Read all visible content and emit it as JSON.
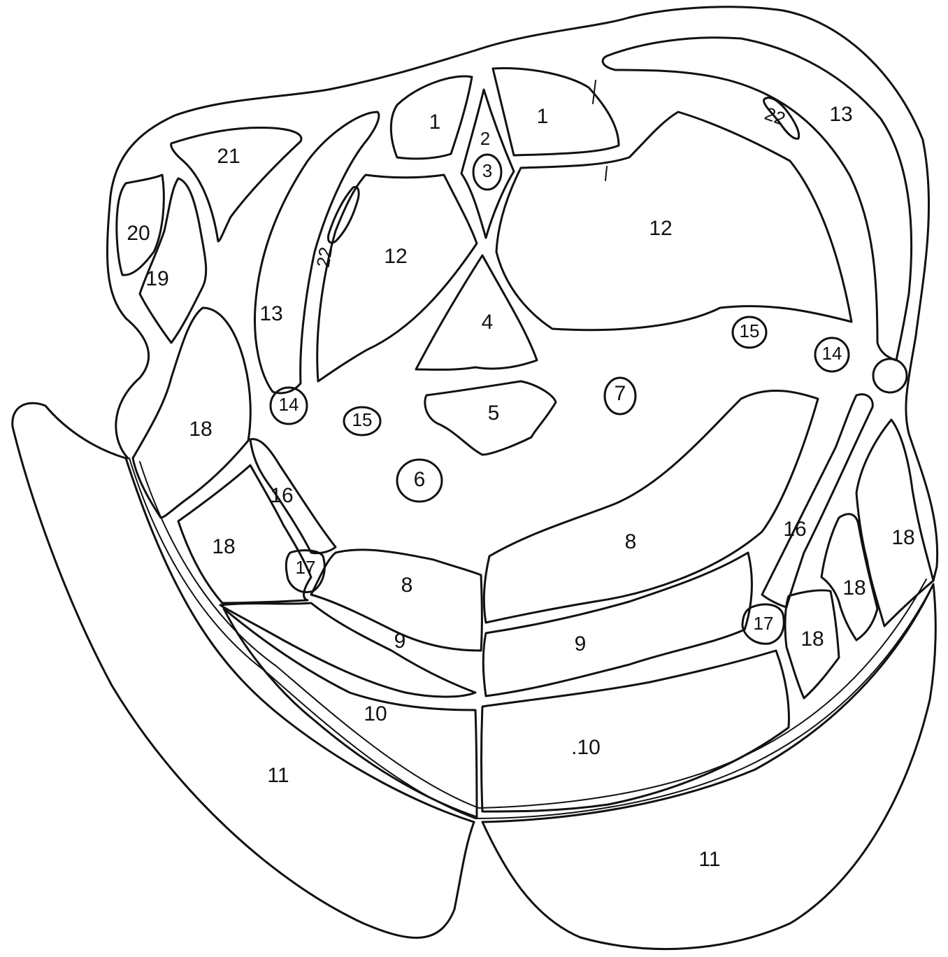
{
  "labels": {
    "l1a": "1",
    "l1b": "1",
    "l2": "2",
    "l3": "3",
    "l4": "4",
    "l5": "5",
    "l6": "6",
    "l7": "7",
    "l8a": "8",
    "l8b": "8",
    "l9a": "9",
    "l9b": "9",
    "l10a": "10",
    "l10b": ".10",
    "l11a": "11",
    "l11b": "11",
    "l12a": "12",
    "l12b": "12",
    "l13a": "13",
    "l13b": "13",
    "l14a": "14",
    "l14b": "14",
    "l15a": "15",
    "l15b": "15",
    "l16a": "16",
    "l16b": "16",
    "l17a": "17",
    "l17b": "17",
    "l18a": "18",
    "l18b": "18",
    "l18c": "18",
    "l18d": "18",
    "l18e": "18",
    "l19": "19",
    "l20": "20",
    "l21": "21",
    "l22a": "22",
    "l22b": "22"
  }
}
